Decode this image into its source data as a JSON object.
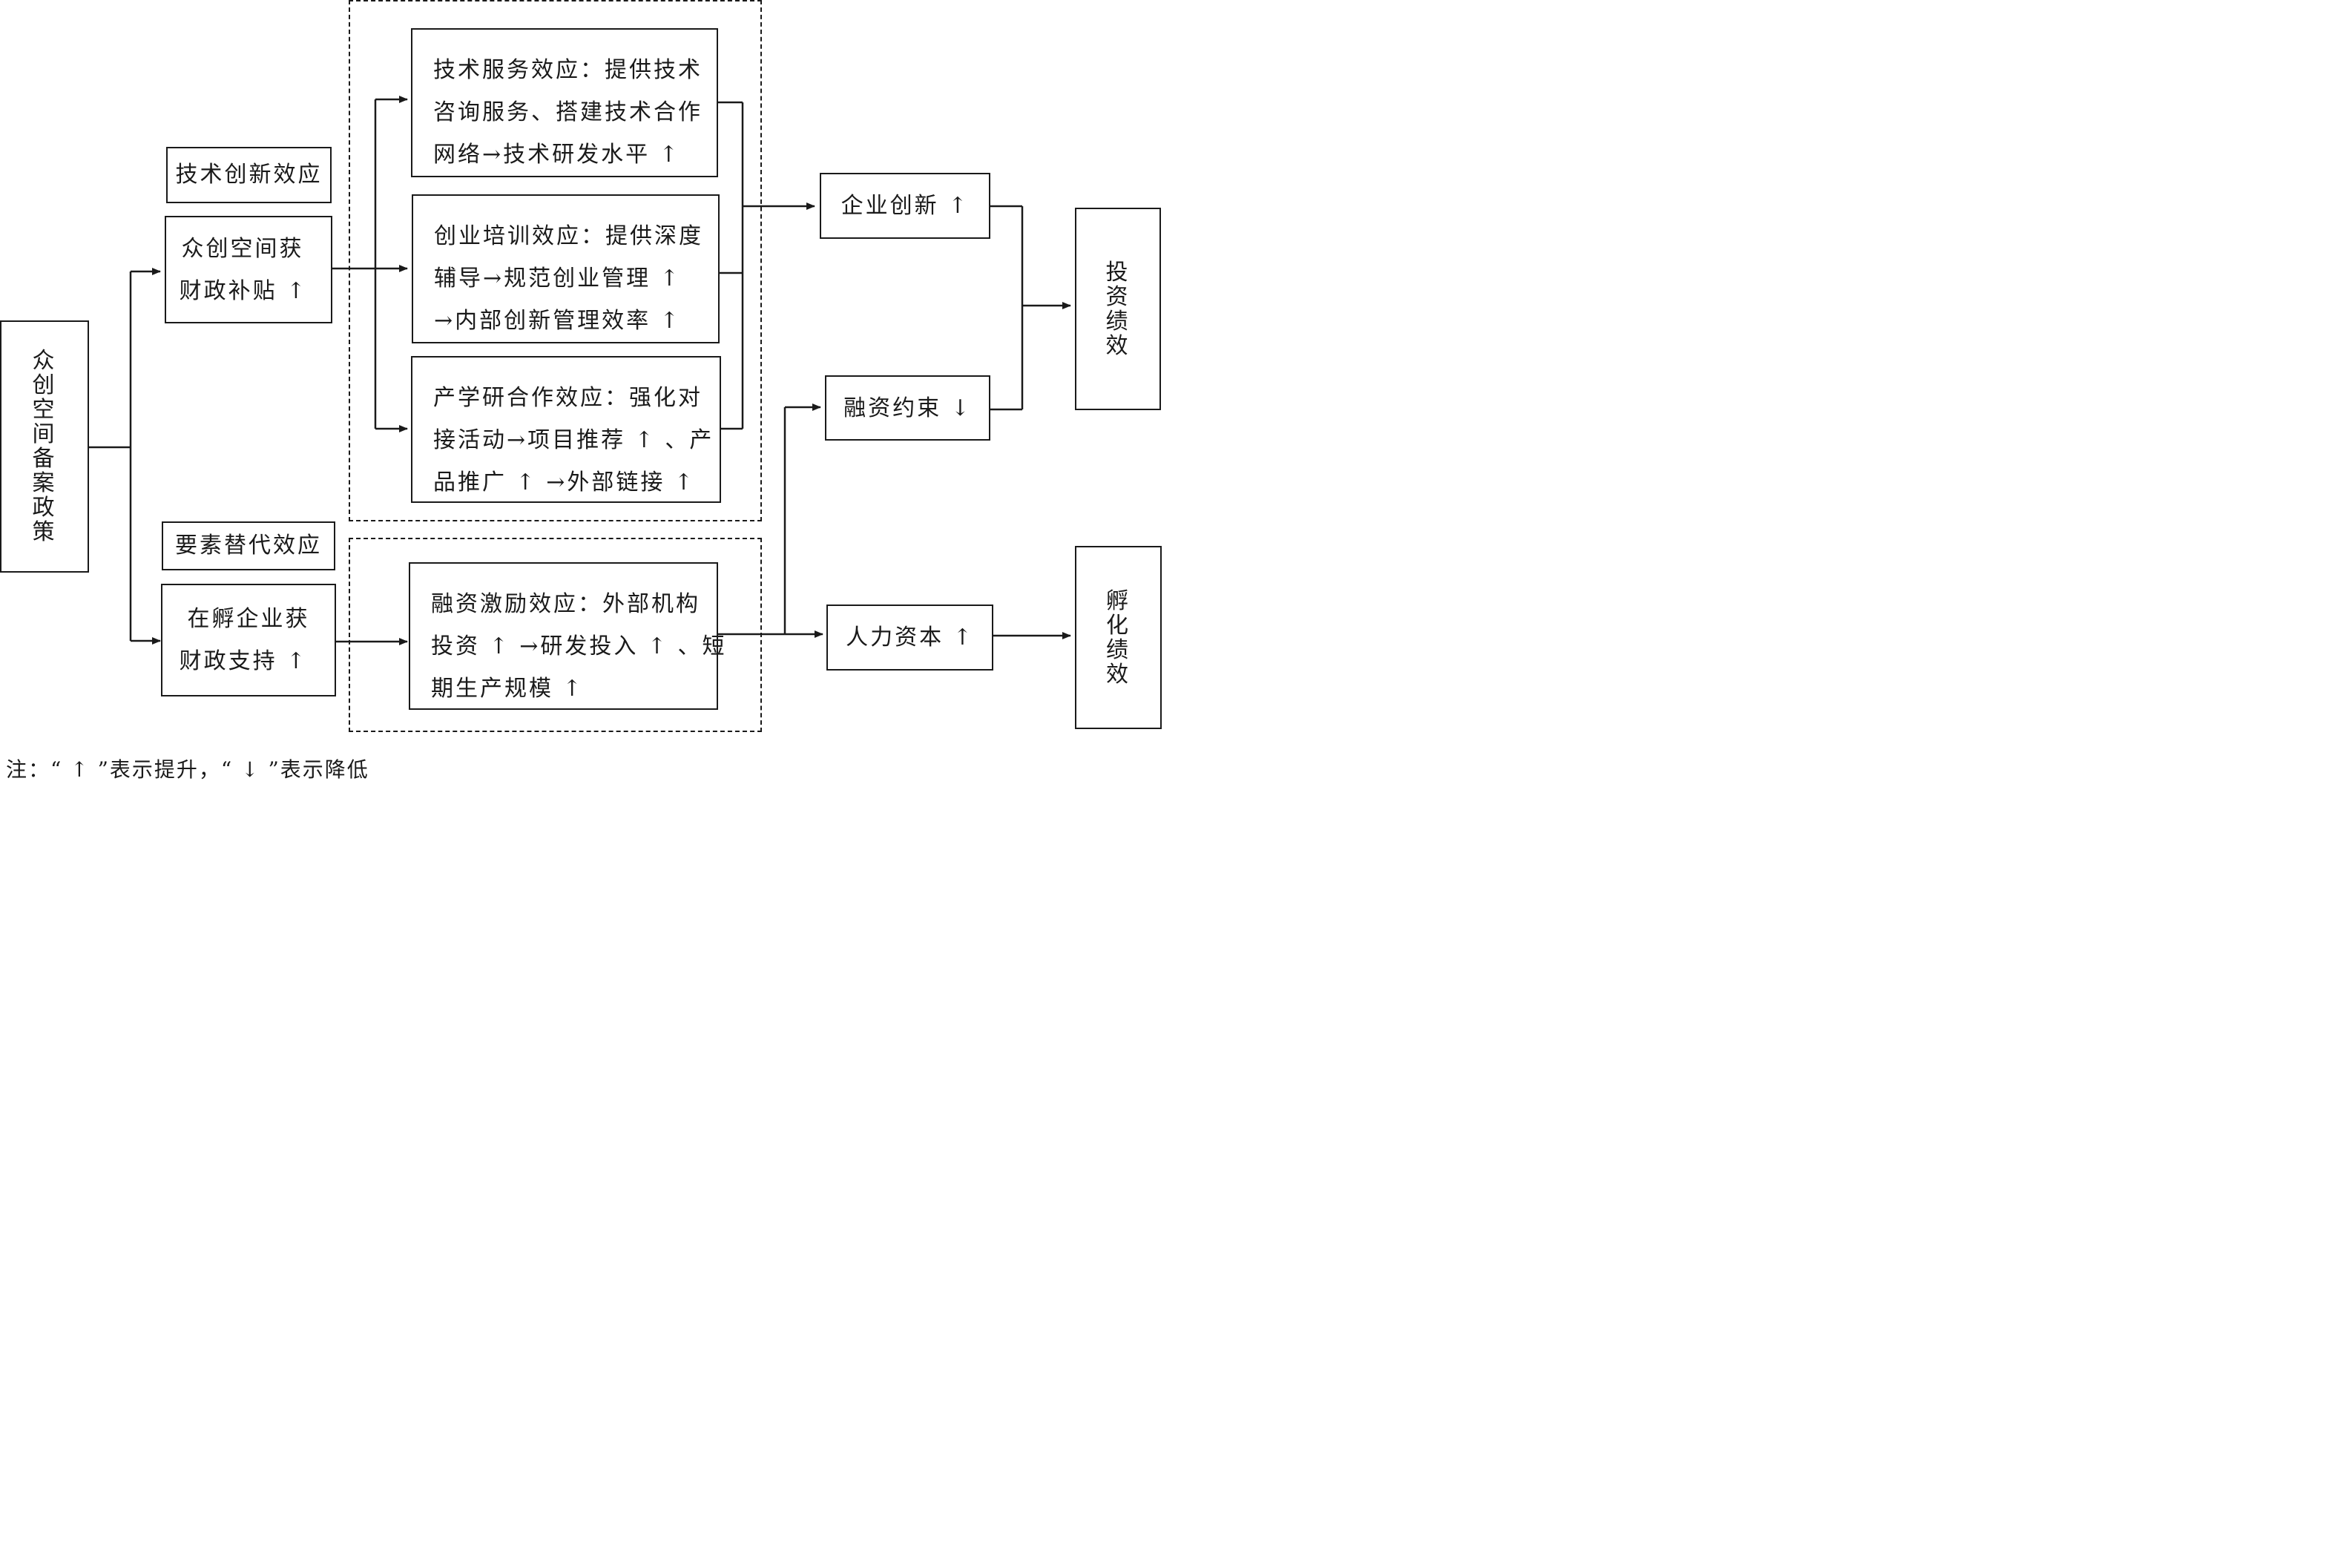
{
  "nodes": {
    "policy": {
      "chars": [
        "众",
        "创",
        "空",
        "间",
        "备",
        "案",
        "政",
        "策"
      ]
    },
    "tech_label": {
      "text": "技术创新效应"
    },
    "subsidy": {
      "lines": [
        "众创空间获",
        "财政补贴 ↑"
      ]
    },
    "factor_label": {
      "text": "要素替代效应"
    },
    "support": {
      "lines": [
        "在孵企业获",
        "财政支持 ↑"
      ]
    },
    "tech_service": {
      "lines": [
        "技术服务效应：提供技术",
        "咨询服务、搭建技术合作",
        "网络→技术研发水平 ↑"
      ]
    },
    "training": {
      "lines": [
        "创业培训效应：提供深度",
        "辅导→规范创业管理 ↑",
        "→内部创新管理效率 ↑"
      ]
    },
    "cooperation": {
      "lines": [
        "产学研合作效应：强化对",
        "接活动→项目推荐 ↑ 、产",
        "品推广 ↑ →外部链接 ↑"
      ]
    },
    "financing": {
      "lines": [
        "融资激励效应：外部机构",
        "投资 ↑ →研发投入 ↑ 、短",
        "期生产规模 ↑"
      ]
    },
    "innovation": {
      "text": "企业创新 ↑"
    },
    "constraint": {
      "text": "融资约束 ↓"
    },
    "human_capital": {
      "text": "人力资本 ↑"
    },
    "investment_perf": {
      "chars": [
        "投",
        "资",
        "绩",
        "效"
      ]
    },
    "incubation_perf": {
      "chars": [
        "孵",
        "化",
        "绩",
        "效"
      ]
    }
  },
  "note": "注：“ ↑ ”表示提升，“ ↓ ”表示降低"
}
